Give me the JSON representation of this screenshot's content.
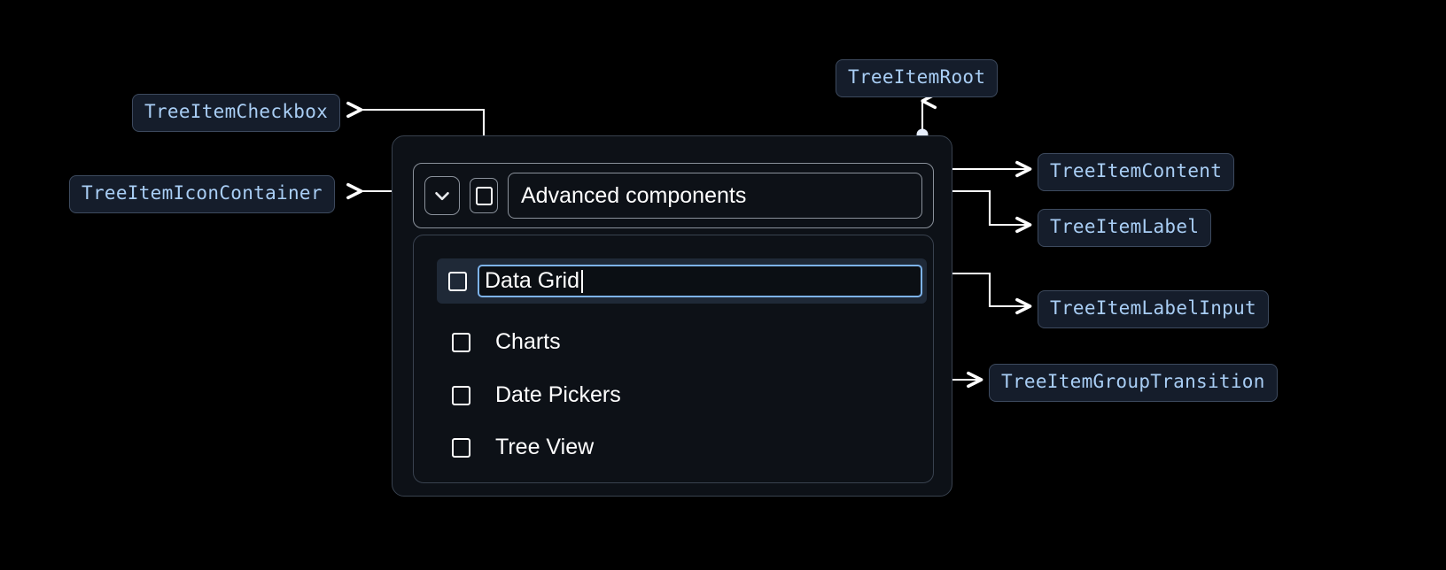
{
  "theme": {
    "background": "#000000",
    "panel_bg": "#0d1117",
    "panel_border": "#39424f",
    "inner_border": "#8a919b",
    "selected_row_bg": "#1f2937",
    "input_border": "#7db3ec",
    "badge_bg": "#151d2b",
    "badge_border": "#3d4a5e",
    "badge_text": "#a9cef5",
    "wire": "#ffffff",
    "text": "#ffffff"
  },
  "annotations": [
    {
      "id": "tree-item-checkbox",
      "label": "TreeItemCheckbox"
    },
    {
      "id": "tree-item-icon-container",
      "label": "TreeItemIconContainer"
    },
    {
      "id": "tree-item-root",
      "label": "TreeItemRoot"
    },
    {
      "id": "tree-item-content",
      "label": "TreeItemContent"
    },
    {
      "id": "tree-item-label",
      "label": "TreeItemLabel"
    },
    {
      "id": "tree-item-label-input",
      "label": "TreeItemLabelInput"
    },
    {
      "id": "tree-item-group-transition",
      "label": "TreeItemGroupTransition"
    }
  ],
  "tree": {
    "parent": {
      "label": "Advanced components",
      "expand_icon": "chevron-down-icon",
      "checkbox_checked": false,
      "expanded": true
    },
    "children": [
      {
        "label": "Data Grid",
        "checkbox_checked": false,
        "editing": true,
        "selected": true
      },
      {
        "label": "Charts",
        "checkbox_checked": false,
        "editing": false,
        "selected": false
      },
      {
        "label": "Date Pickers",
        "checkbox_checked": false,
        "editing": false,
        "selected": false
      },
      {
        "label": "Tree View",
        "checkbox_checked": false,
        "editing": false,
        "selected": false
      }
    ]
  }
}
